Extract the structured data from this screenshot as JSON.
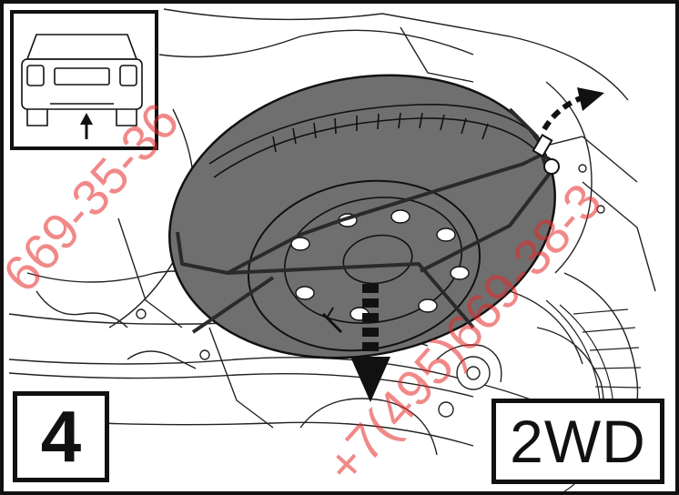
{
  "step": {
    "number": "4"
  },
  "variant": {
    "label": "2WD"
  },
  "watermark": {
    "line1": "669-35-36",
    "line2": "+7(495)669-38-3"
  },
  "colors": {
    "tire": "#6f6f6f",
    "line": "#111111",
    "watermark": "#e62828"
  },
  "icons": [
    "rear-car-locator-icon",
    "pull-down-arrow-icon",
    "rotate-release-arrow-icon"
  ]
}
